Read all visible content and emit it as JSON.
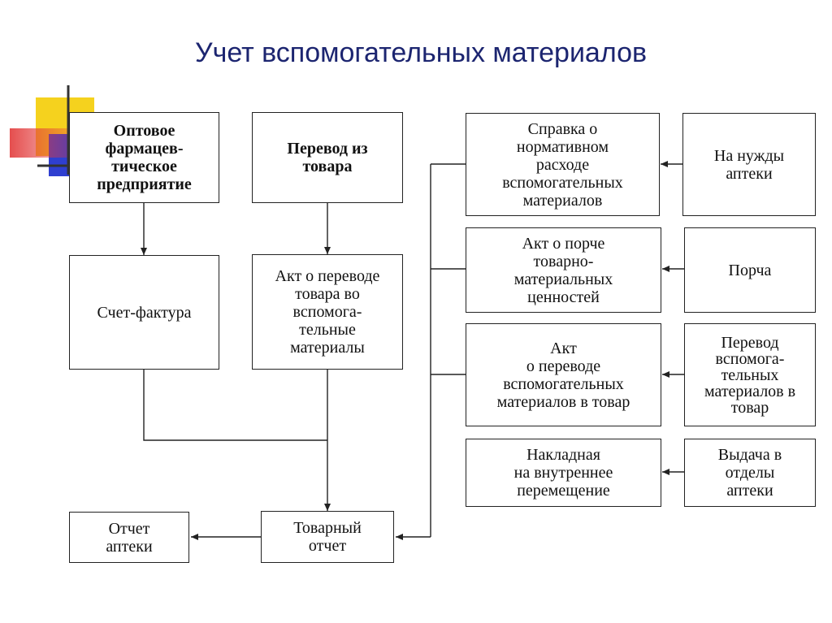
{
  "title": "Учет вспомогательных материалов",
  "colors": {
    "title": "#1c2570",
    "deco_yellow": "#f5d21e",
    "deco_blue": "#2f3fd0",
    "deco_red": "#e23a3a",
    "line": "#222222"
  },
  "boxes": {
    "wholesale": "Оптовое\nфармацев-\nтическое\nпредприятие",
    "transfer_from_goods": "Перевод из\nтовара",
    "invoice": "Счет-фактура",
    "act_transfer_to_aux": "Акт о переводе\nтовара во\nвспомога-\nтельные\nматериалы",
    "pharmacy_report": "Отчет\nаптеки",
    "goods_report": "Товарный\nотчет",
    "norm_consumption": "Справка о\nнормативном\nрасходе\nвспомогательных\nматериалов",
    "act_damage": "Акт о порче\nтоварно-\nматериальных\nценностей",
    "act_aux_to_goods": "Акт\nо переводе\nвспомогательных\nматериалов в товар",
    "internal_waybill": "Накладная\nна внутреннее\nперемещение",
    "pharmacy_needs": "На нужды\nаптеки",
    "damage": "Порча",
    "transfer_aux_to_goods": "Перевод\nвспомога-\nтельных\nматериалов в\nтовар",
    "issue_to_departments": "Выдача в\nотделы\nаптеки"
  }
}
